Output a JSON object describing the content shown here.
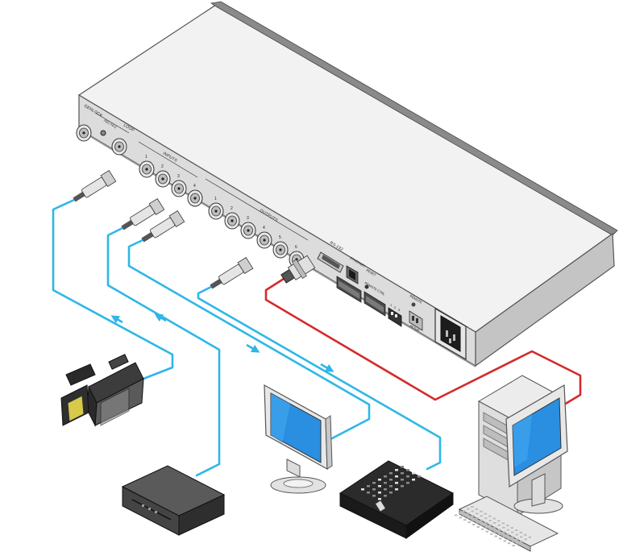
{
  "rear_panel": {
    "labels": {
      "genlock": "GENLOCK",
      "loop": "LOOP",
      "termination": "75Ω / Hi-Z",
      "inputs": "INPUTS",
      "outputs": "OUTPUTS",
      "rs232": "RS-232",
      "ethernet": "ETHERNET",
      "reset": "RESET",
      "remote": "REMOTE",
      "remote_ctrl": "REMOTE CTRL",
      "setup": "SETUP",
      "on": "ON"
    },
    "input_numbers": [
      "1",
      "2",
      "3",
      "4"
    ],
    "output_numbers": [
      "1",
      "2",
      "3",
      "4",
      "5",
      "6"
    ],
    "dip_numbers": [
      "1",
      "2",
      "3"
    ]
  },
  "devices": {
    "camera": "video camera",
    "dvd": "DVD player",
    "monitor": "video monitor",
    "switcher": "production switcher",
    "pc": "PC"
  },
  "colors": {
    "video_cable": "#2eb7e6",
    "serial_cable": "#d42b2b",
    "chassis_top": "#f1f1f1",
    "chassis_front": "#d2d2d2"
  }
}
